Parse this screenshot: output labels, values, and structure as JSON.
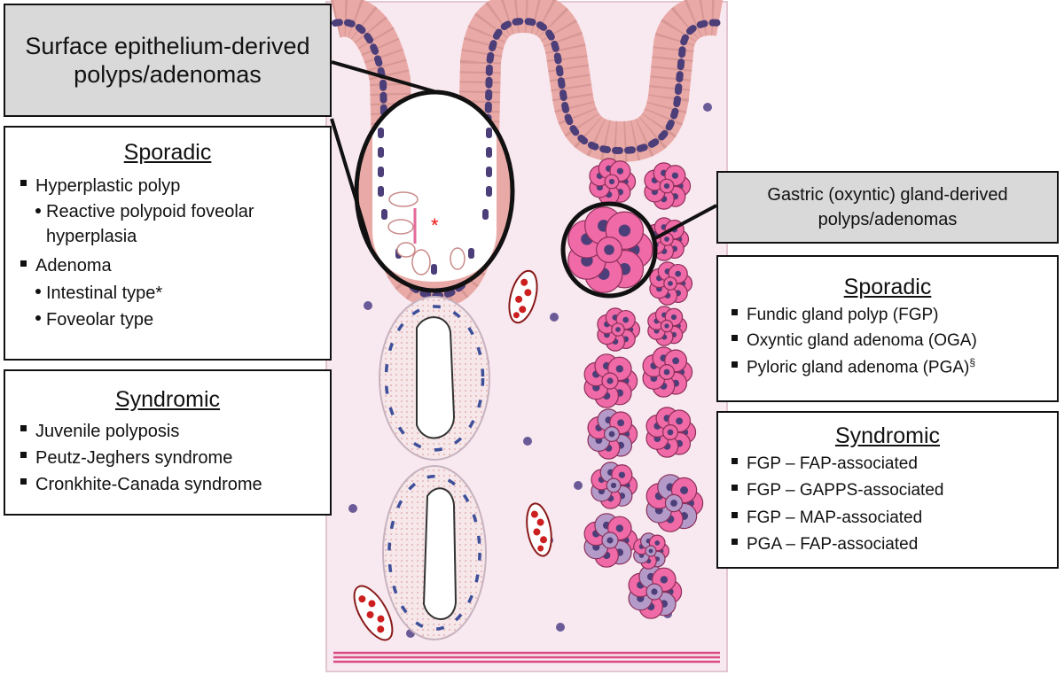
{
  "colors": {
    "epithelium": "#e9aaa7",
    "epithelium_dark": "#c98a88",
    "nucleus": "#4c3f79",
    "mucosa": "#f8e8ef",
    "lamina_line": "#d94c86",
    "oxyntic_cell": "#ef6aa6",
    "chief_cell": "#b39ac9",
    "crypt_cell": "#f3e2e6",
    "rbc": "#cc1f1f",
    "label_gray": "#d9d9d9"
  },
  "surface": {
    "header": "Surface epithelium-derived polyps/adenomas",
    "marker": "*"
  },
  "surface_sporadic": {
    "title": "Sporadic",
    "items": [
      {
        "text": "Hyperplastic polyp",
        "bullet": "square"
      },
      {
        "text": "Reactive polypoid foveolar hyperplasia",
        "bullet": "dot"
      },
      {
        "text": "Adenoma",
        "bullet": "square"
      },
      {
        "text": "Intestinal type*",
        "bullet": "dot"
      },
      {
        "text": "Foveolar type",
        "bullet": "dot"
      }
    ]
  },
  "surface_syndromic": {
    "title": "Syndromic",
    "items": [
      "Juvenile polyposis",
      "Peutz-Jeghers syndrome",
      "Cronkhite-Canada syndrome"
    ]
  },
  "gastric": {
    "header": "Gastric (oxyntic) gland-derived polyps/adenomas"
  },
  "gastric_sporadic": {
    "title": "Sporadic",
    "items": [
      "Fundic gland polyp (FGP)",
      "Oxyntic gland adenoma (OGA)",
      "Pyloric gland adenoma (PGA)"
    ],
    "footnote_mark": "§"
  },
  "gastric_syndromic": {
    "title": "Syndromic",
    "items": [
      "FGP – FAP-associated",
      "FGP – GAPPS-associated",
      "FGP – MAP-associated",
      "PGA – FAP-associated"
    ]
  }
}
